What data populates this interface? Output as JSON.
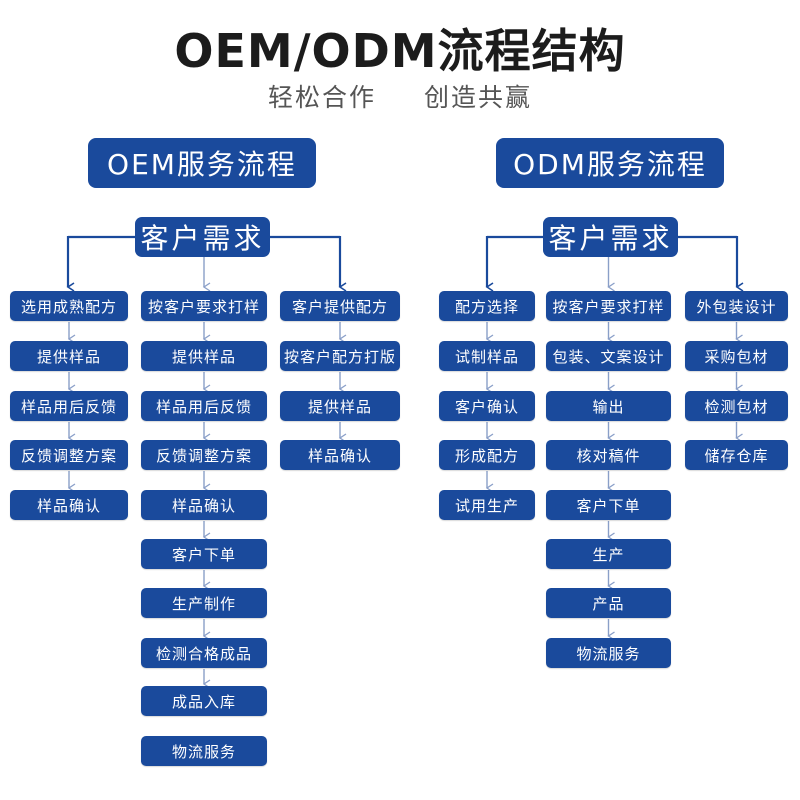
{
  "title": "OEM/ODM流程结构",
  "subtitle": {
    "left": "轻松合作",
    "right": "创造共赢"
  },
  "colors": {
    "box": "#1a4a9c",
    "connector": "#1a4a9c",
    "arrow": "#8a9fc8"
  },
  "oem": {
    "header": "OEM服务流程",
    "root": "客户需求",
    "columns": [
      {
        "steps": [
          "选用成熟配方",
          "提供样品",
          "样品用后反馈",
          "反馈调整方案",
          "样品确认"
        ]
      },
      {
        "steps": [
          "按客户要求打样",
          "提供样品",
          "样品用后反馈",
          "反馈调整方案",
          "样品确认",
          "客户下单",
          "生产制作",
          "检测合格成品",
          "成品入库",
          "物流服务"
        ]
      },
      {
        "steps": [
          "客户提供配方",
          "按客户配方打版",
          "提供样品",
          "样品确认"
        ]
      }
    ]
  },
  "odm": {
    "header": "ODM服务流程",
    "root": "客户需求",
    "columns": [
      {
        "steps": [
          "配方选择",
          "试制样品",
          "客户确认",
          "形成配方",
          "试用生产"
        ]
      },
      {
        "steps": [
          "按客户要求打样",
          "包装、文案设计",
          "输出",
          "核对稿件",
          "客户下单",
          "生产",
          "产品",
          "物流服务"
        ]
      },
      {
        "steps": [
          "外包装设计",
          "采购包材",
          "检测包材",
          "储存仓库"
        ]
      }
    ]
  }
}
